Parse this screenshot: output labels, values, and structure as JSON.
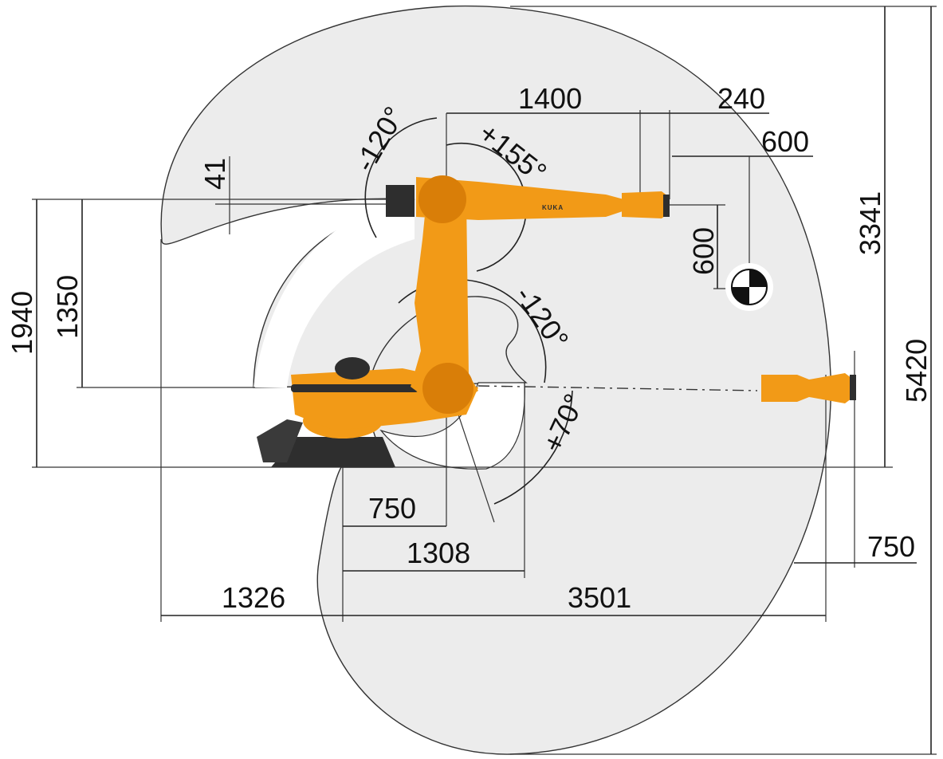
{
  "colors": {
    "envelope_fill": "#ececec",
    "envelope_stroke": "#333333",
    "robot_orange": "#f29a17",
    "robot_orange_dark": "#d97e08",
    "robot_black": "#2e2e2e",
    "line": "#222222"
  },
  "logo": "KUKA",
  "dimensions": {
    "d1400": "1400",
    "d240": "240",
    "d600_top": "600",
    "d41": "41",
    "d600_vert": "600",
    "d3341": "3341",
    "d5420": "5420",
    "d1940": "1940",
    "d1350": "1350",
    "d750_inner": "750",
    "d1308": "1308",
    "d1326": "1326",
    "d3501": "3501",
    "d750_right": "750"
  },
  "angles": {
    "a_minus120_top": "-120°",
    "a_plus155": "+155°",
    "a_minus120_mid": "-120°",
    "a_plus70": "+70°"
  },
  "icons": {
    "center_of_gravity": "center-of-gravity-icon"
  }
}
